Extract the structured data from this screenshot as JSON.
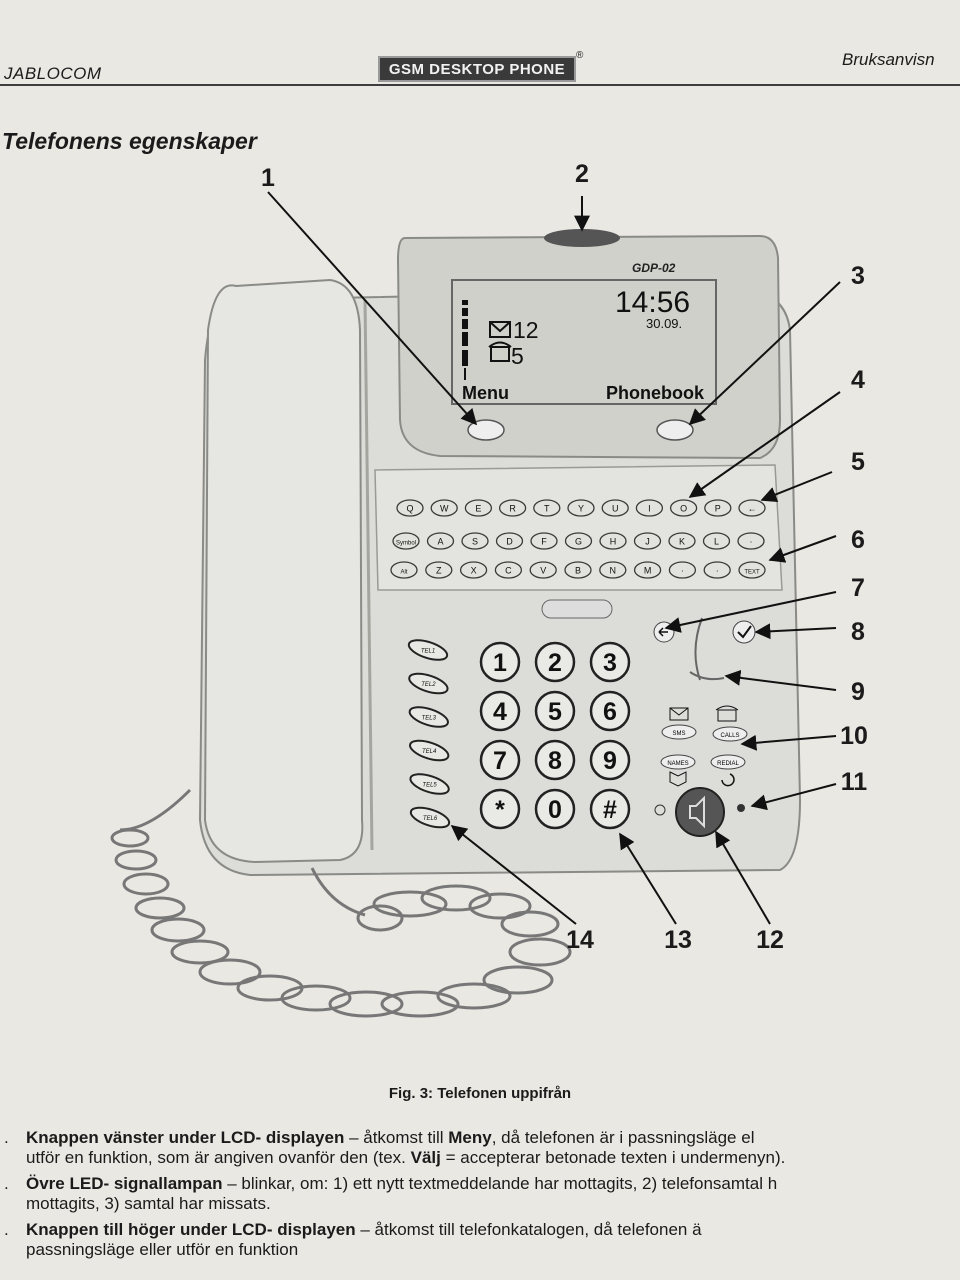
{
  "header": {
    "brand_left": "JABLOCOM",
    "brand_center": "GSM DESKTOP PHONE",
    "brand_reg": "®",
    "brand_right": "Bruksanvisn"
  },
  "section_title": "Telefonens egenskaper",
  "phone": {
    "model": "GDP-02",
    "lcd": {
      "time": "14:56",
      "date": "30.09.",
      "sms_count": "12",
      "calls_count": "5",
      "left_softkey": "Menu",
      "right_softkey": "Phonebook"
    },
    "keyboard": {
      "row1": [
        "Q",
        "W",
        "E",
        "R",
        "T",
        "Y",
        "U",
        "I",
        "O",
        "P",
        "←"
      ],
      "row2": [
        "Symbol",
        "A",
        "S",
        "D",
        "F",
        "G",
        "H",
        "J",
        "K",
        "L",
        "·"
      ],
      "row3": [
        "Alt",
        "Z",
        "X",
        "C",
        "V",
        "B",
        "N",
        "M",
        "·",
        "·",
        "TEXT"
      ]
    },
    "tel_buttons": [
      "TEL1",
      "TEL2",
      "TEL3",
      "TEL4",
      "TEL5",
      "TEL6"
    ],
    "keypad": [
      "1",
      "2",
      "3",
      "4",
      "5",
      "6",
      "7",
      "8",
      "9",
      "*",
      "0",
      "#"
    ],
    "func_buttons": {
      "sms": "SMS",
      "calls": "CALLS",
      "names": "NAMES",
      "redial": "REDIAL"
    }
  },
  "callouts": [
    "1",
    "2",
    "3",
    "4",
    "5",
    "6",
    "7",
    "8",
    "9",
    "10",
    "11",
    "12",
    "13",
    "14"
  ],
  "caption": "Fig. 3: Telefonen uppifrån",
  "items": [
    {
      "bullet": ".",
      "title": "Knappen vänster under LCD- displayen",
      "text_1": " – åtkomst till ",
      "bold_2": "Meny",
      "text_2": ", då telefonen är i passningsläge el",
      "line2_a": "utför en funktion, som är angiven ovanför den (tex. ",
      "line2_b": "Välj",
      "line2_c": " = accepterar betonade texten i undermenyn)."
    },
    {
      "bullet": ".",
      "title": "Övre LED- signallampan",
      "text_1": " – blinkar, om: 1) ett nytt textmeddelande har mottagits, 2) telefonsamtal h",
      "line2_a": "mottagits, 3) samtal har missats."
    },
    {
      "bullet": ".",
      "title": "Knappen till höger under LCD- displayen",
      "text_1": " – åtkomst till telefonkatalogen, då telefonen ä",
      "line2_a": "passningsläge eller utför en funktion"
    }
  ]
}
